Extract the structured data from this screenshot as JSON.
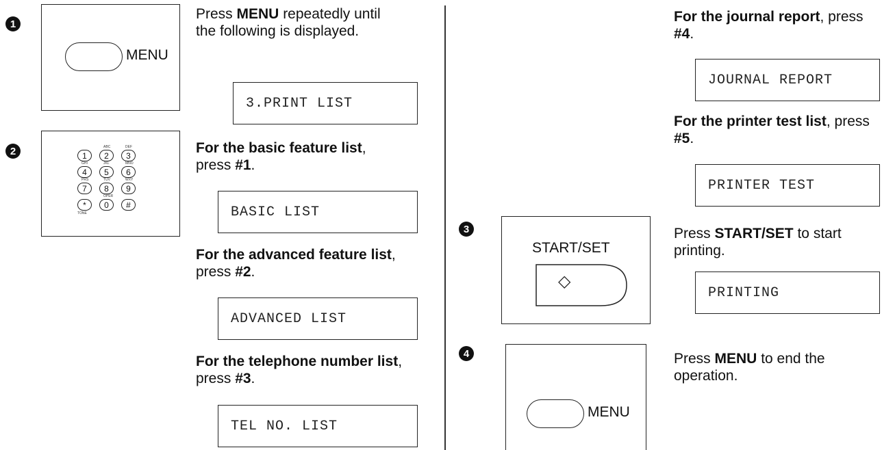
{
  "steps": [
    {
      "number": "1",
      "button_label": "MENU",
      "instruction_a": "Press ",
      "instruction_b": "MENU",
      "instruction_c": " repeatedly until the following is displayed.",
      "display": "3.PRINT LIST"
    },
    {
      "number": "2",
      "keypad": {
        "keys": [
          "1",
          "2",
          "3",
          "4",
          "5",
          "6",
          "7",
          "8",
          "9",
          "*",
          "0",
          "#"
        ],
        "letters": [
          "",
          "ABC",
          "DEF",
          "GHI",
          "JKL",
          "MNO",
          "PRS",
          "TUV",
          "WXY",
          "TONE",
          "OPER",
          ""
        ]
      },
      "options": [
        {
          "lead": "For the basic feature list",
          "rest": ", press ",
          "key": "#1",
          "end": ".",
          "display": "BASIC LIST"
        },
        {
          "lead": "For the advanced feature list",
          "rest": ", press ",
          "key": "#2",
          "end": ".",
          "display": "ADVANCED LIST"
        },
        {
          "lead": "For the telephone number list",
          "rest": ", press ",
          "key": "#3",
          "end": ".",
          "display": "TEL NO. LIST"
        },
        {
          "lead": "For the journal report",
          "rest": ", press ",
          "key": "#4",
          "end": ".",
          "display": "JOURNAL REPORT"
        },
        {
          "lead": "For the printer test list",
          "rest": ", press ",
          "key": "#5",
          "end": ".",
          "display": "PRINTER TEST"
        }
      ]
    },
    {
      "number": "3",
      "button_label": "START/SET",
      "button_symbol": "◇",
      "instruction_a": "Press ",
      "instruction_b": "START/SET",
      "instruction_c": " to start printing.",
      "display": "PRINTING"
    },
    {
      "number": "4",
      "button_label": "MENU",
      "instruction_a": "Press ",
      "instruction_b": "MENU",
      "instruction_c": " to end the operation."
    }
  ]
}
